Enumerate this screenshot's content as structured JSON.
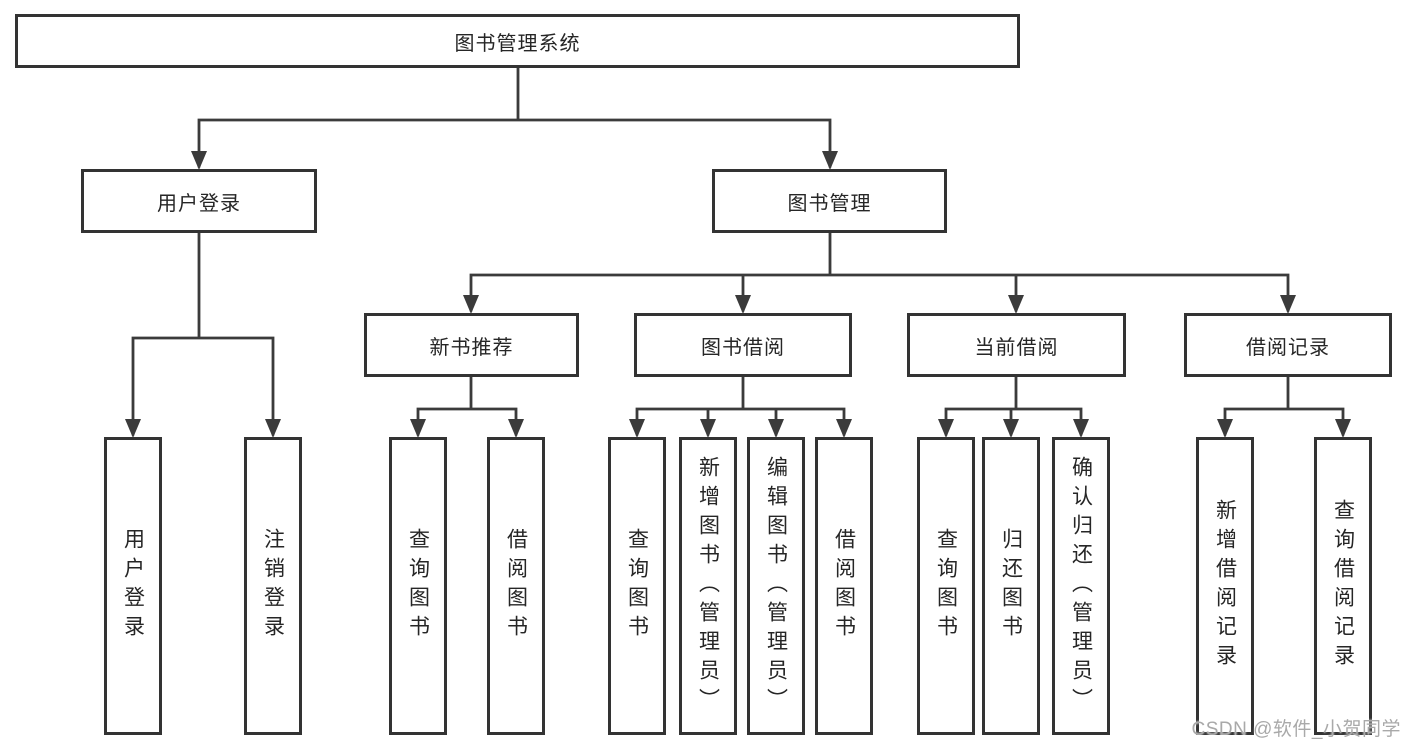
{
  "diagram": {
    "root": "图书管理系统",
    "level2": [
      {
        "label": "用户登录",
        "children": [
          "用户登录",
          "注销登录"
        ]
      },
      {
        "label": "图书管理",
        "children": [
          {
            "label": "新书推荐",
            "children": [
              "查询图书",
              "借阅图书"
            ]
          },
          {
            "label": "图书借阅",
            "children": [
              "查询图书",
              "新增图书（管理员）",
              "编辑图书（管理员）",
              "借阅图书"
            ]
          },
          {
            "label": "当前借阅",
            "children": [
              "查询图书",
              "归还图书",
              "确认归还（管理员）"
            ]
          },
          {
            "label": "借阅记录",
            "children": [
              "新增借阅记录",
              "查询借阅记录"
            ]
          }
        ]
      }
    ]
  },
  "watermark": "CSDN @软件_小贺同学",
  "colors": {
    "box_border": "#333333",
    "connector": "#3b3b3b",
    "text": "#262626",
    "watermark": "#a9a9a9",
    "background": "#ffffff"
  }
}
